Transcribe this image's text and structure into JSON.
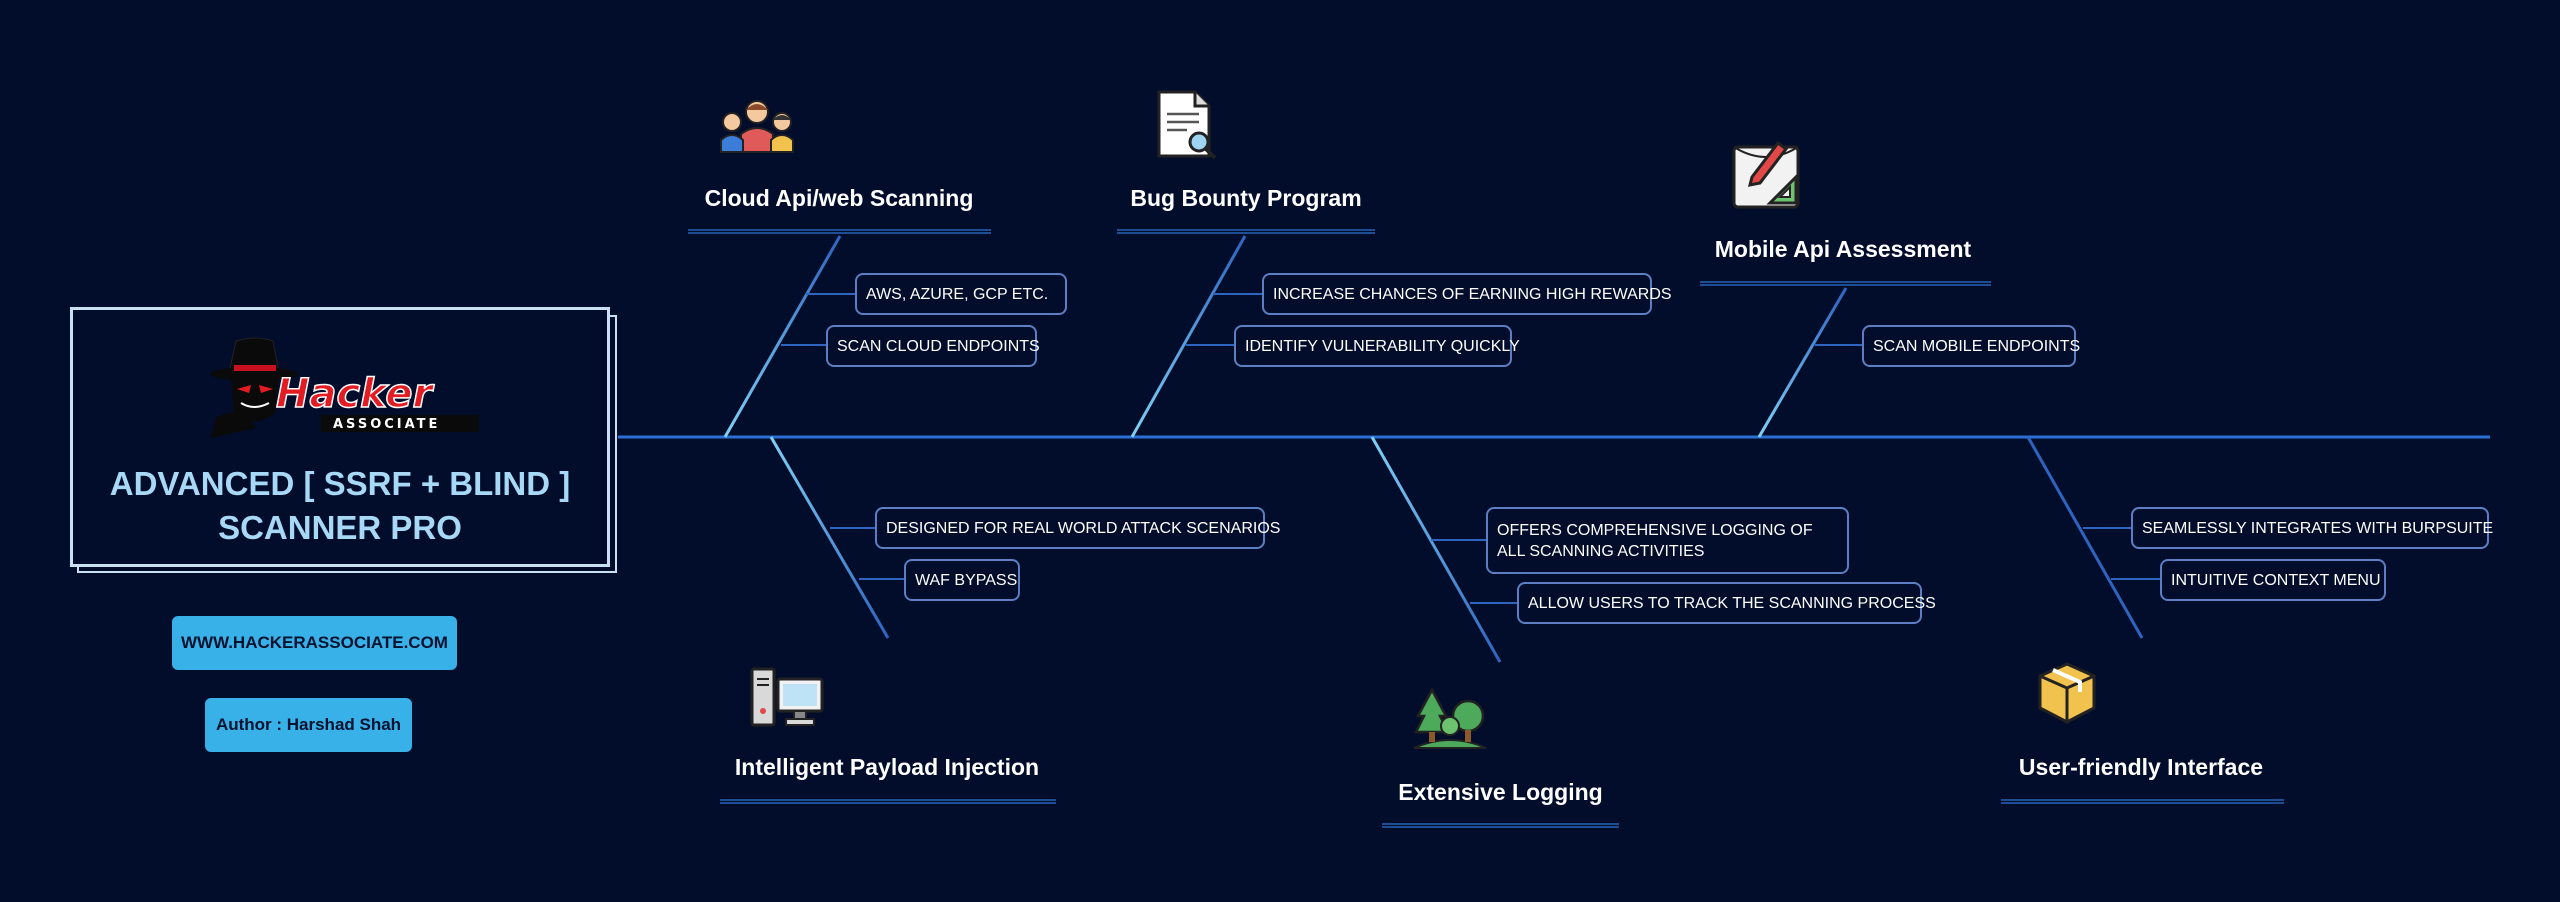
{
  "title_card": {
    "title": "ADVANCED [ SSRF + BLIND ]\nSCANNER PRO",
    "logo_text": "Hacker",
    "logo_subtext": "ASSOCIATE"
  },
  "website": "WWW.HACKERASSOCIATE.COM",
  "author": "Author : Harshad Shah",
  "branches": {
    "cloud": {
      "title": "Cloud Api/web Scanning",
      "icon": "team-users-icon",
      "items": [
        "AWS, AZURE, GCP ETC.",
        "SCAN CLOUD ENDPOINTS"
      ]
    },
    "bounty": {
      "title": "Bug Bounty Program",
      "icon": "document-search-icon",
      "items": [
        "INCREASE CHANCES OF EARNING HIGH REWARDS",
        "IDENTIFY VULNERABILITY QUICKLY"
      ]
    },
    "mobile": {
      "title": "Mobile Api Assessment",
      "icon": "design-tools-icon",
      "items": [
        "SCAN MOBILE ENDPOINTS"
      ]
    },
    "payload": {
      "title": "Intelligent Payload Injection",
      "icon": "computer-icon",
      "items": [
        "DESIGNED FOR REAL WORLD ATTACK SCENARIOS",
        "WAF BYPASS"
      ]
    },
    "logging": {
      "title": "Extensive Logging",
      "icon": "trees-icon",
      "items": [
        "OFFERS COMPREHENSIVE  LOGGING OF  ALL  SCANNING  ACTIVITIES",
        "ALLOW USERS TO TRACK THE SCANNING PROCESS"
      ]
    },
    "ui": {
      "title": "User-friendly Interface",
      "icon": "package-box-icon",
      "items": [
        "SEAMLESSLY  INTEGRATES  WITH  BURPSUITE",
        "INTUITIVE CONTEXT MENU"
      ]
    }
  },
  "colors": {
    "background": "#020d2b",
    "spine": "#2a6fd6",
    "title_text": "#a7d8f6",
    "badge": "#38b0e8",
    "leaf_border": "#5b7fc2"
  }
}
